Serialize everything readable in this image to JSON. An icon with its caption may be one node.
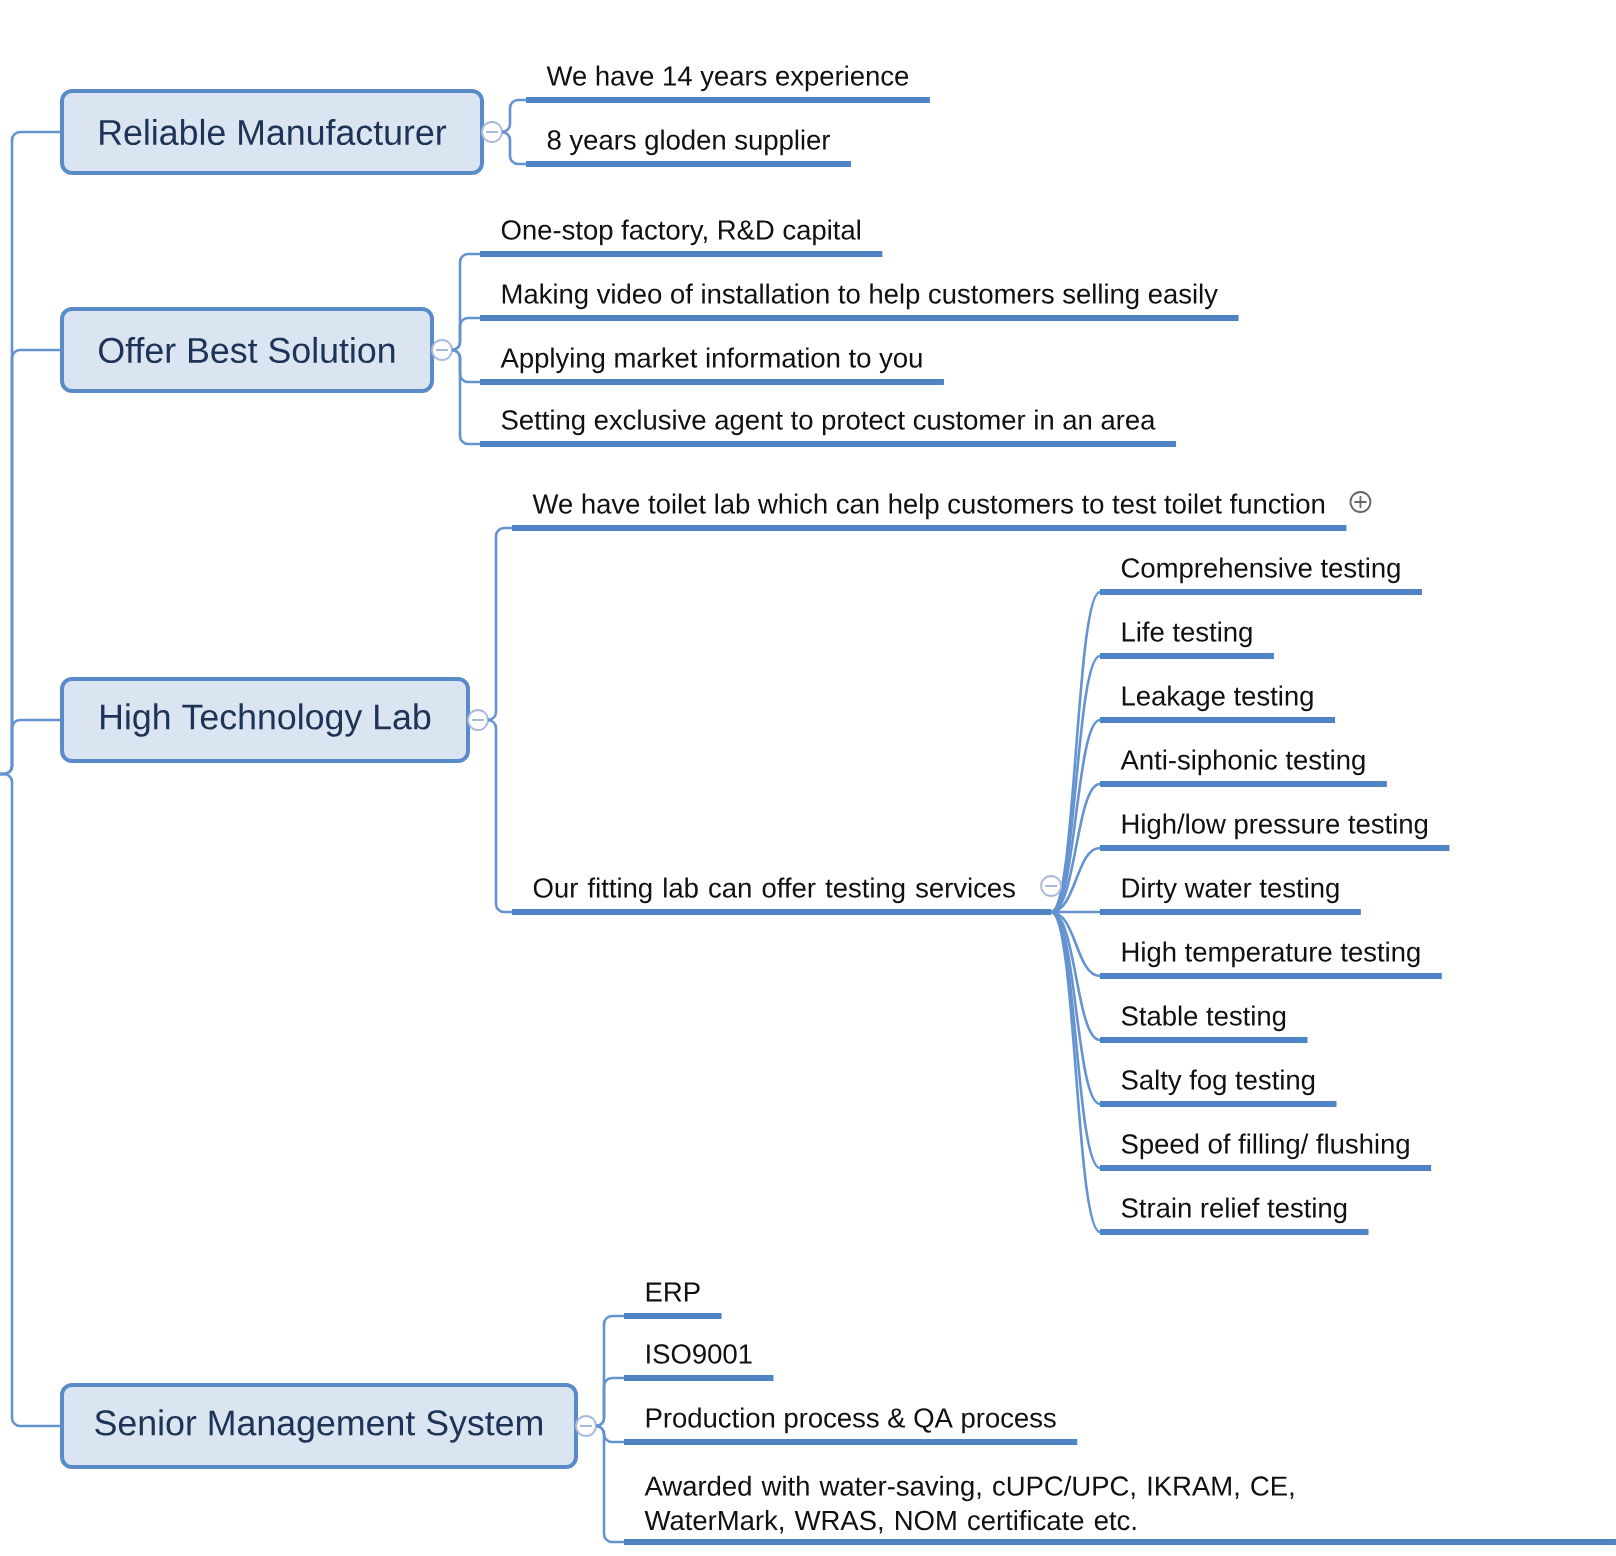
{
  "diagram": {
    "nodes": [
      {
        "text": [
          "Reliable Manufacturer"
        ]
      },
      {
        "text": [
          "We have 14 years experience"
        ]
      },
      {
        "text": [
          "8 years gloden supplier"
        ]
      },
      {
        "text": [
          "Offer Best Solution"
        ]
      },
      {
        "text": [
          "One-stop factory, R&D capital"
        ]
      },
      {
        "text": [
          "Making video of installation to help customers selling easily"
        ]
      },
      {
        "text": [
          "Applying market information to you"
        ]
      },
      {
        "text": [
          "Setting exclusive agent to protect customer in an area"
        ]
      },
      {
        "text": [
          "High Technology Lab"
        ]
      },
      {
        "text": [
          "We have toilet lab which can help customers to test toilet function"
        ]
      },
      {
        "text": [
          "Our fitting lab can offer testing services"
        ]
      },
      {
        "text": [
          "Comprehensive testing"
        ]
      },
      {
        "text": [
          "Life testing"
        ]
      },
      {
        "text": [
          "Leakage testing"
        ]
      },
      {
        "text": [
          "Anti-siphonic testing"
        ]
      },
      {
        "text": [
          "High/low pressure testing"
        ]
      },
      {
        "text": [
          "Dirty water testing"
        ]
      },
      {
        "text": [
          "High temperature testing"
        ]
      },
      {
        "text": [
          "Stable testing"
        ]
      },
      {
        "text": [
          "Salty fog testing"
        ]
      },
      {
        "text": [
          "Speed of filling/ flushing"
        ]
      },
      {
        "text": [
          "Strain relief testing"
        ]
      },
      {
        "text": [
          "Senior Management System"
        ]
      },
      {
        "text": [
          "ERP"
        ]
      },
      {
        "text": [
          "ISO9001"
        ]
      },
      {
        "text": [
          "Production process & QA process"
        ]
      },
      {
        "text": [
          "Awarded with water-saving, cUPC/UPC, IKRAM, CE, WaterMark, WRAS, NOM certificate etc."
        ]
      }
    ],
    "edges": [
      {
        "from": null,
        "to": 0,
        "arrow": "none"
      },
      {
        "from": null,
        "to": 3,
        "arrow": "none"
      },
      {
        "from": null,
        "to": 8,
        "arrow": "none"
      },
      {
        "from": null,
        "to": 22,
        "arrow": "none"
      },
      {
        "from": 0,
        "to": 1,
        "arrow": "none"
      },
      {
        "from": 0,
        "to": 2,
        "arrow": "none"
      },
      {
        "from": 3,
        "to": 4,
        "arrow": "none"
      },
      {
        "from": 3,
        "to": 5,
        "arrow": "none"
      },
      {
        "from": 3,
        "to": 6,
        "arrow": "none"
      },
      {
        "from": 3,
        "to": 7,
        "arrow": "none"
      },
      {
        "from": 8,
        "to": 9,
        "arrow": "none"
      },
      {
        "from": 8,
        "to": 10,
        "arrow": "none"
      },
      {
        "from": 10,
        "to": 11,
        "arrow": "none"
      },
      {
        "from": 10,
        "to": 12,
        "arrow": "none"
      },
      {
        "from": 10,
        "to": 13,
        "arrow": "none"
      },
      {
        "from": 10,
        "to": 14,
        "arrow": "none"
      },
      {
        "from": 10,
        "to": 15,
        "arrow": "none"
      },
      {
        "from": 10,
        "to": 16,
        "arrow": "none"
      },
      {
        "from": 10,
        "to": 17,
        "arrow": "none"
      },
      {
        "from": 10,
        "to": 18,
        "arrow": "none"
      },
      {
        "from": 10,
        "to": 19,
        "arrow": "none"
      },
      {
        "from": 10,
        "to": 20,
        "arrow": "none"
      },
      {
        "from": 10,
        "to": 21,
        "arrow": "none"
      },
      {
        "from": 22,
        "to": 23,
        "arrow": "none"
      },
      {
        "from": 22,
        "to": 24,
        "arrow": "none"
      },
      {
        "from": 22,
        "to": 25,
        "arrow": "none"
      },
      {
        "from": 22,
        "to": 26,
        "arrow": "none"
      }
    ]
  }
}
